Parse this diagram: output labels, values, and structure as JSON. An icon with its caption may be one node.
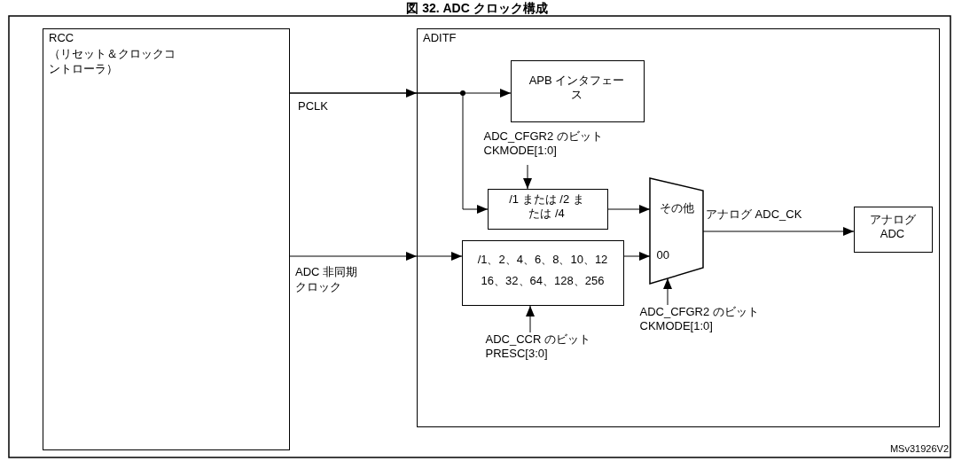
{
  "diagram": {
    "title": "図 32. ADC クロック構成",
    "nodes": [
      {
        "text": [
          "RCC",
          "（リセット＆クロックコントローラ）"
        ]
      },
      {
        "text": [
          "ADITF"
        ]
      },
      {
        "text": [
          "APB インタフェース"
        ],
        "in": 1
      },
      {
        "text": [
          "/1 または /2 または /4"
        ],
        "in": 1
      },
      {
        "text": [
          "/1、2、4、6、8、10、12 16、32、64、128、256"
        ],
        "in": 1
      },
      {
        "text": [
          "その他",
          "00"
        ],
        "in": 1
      },
      {
        "text": [
          "アナログ ADC"
        ],
        "in": 1
      },
      {
        "text": [
          "ADC_CFGR2 のビット CKMODE[1:0]"
        ],
        "in": 1
      },
      {
        "text": [
          "ADC_CCR のビット PRESC[3:0]"
        ],
        "in": 1
      },
      {
        "text": [
          "ADC_CFGR2 のビット CKMODE[1:0]"
        ],
        "in": 1
      }
    ],
    "edges": [
      {
        "from": 0,
        "to": 2,
        "arrow": "to",
        "label": "PCLK"
      },
      {
        "from": 0,
        "to": 3,
        "arrow": "to"
      },
      {
        "from": 0,
        "to": 4,
        "arrow": "to",
        "label": "ADC 非同期クロック"
      },
      {
        "from": 3,
        "to": 5,
        "arrow": "to"
      },
      {
        "from": 4,
        "to": 5,
        "arrow": "to"
      },
      {
        "from": 5,
        "to": 6,
        "arrow": "to",
        "label": "アナログ ADC_CK"
      },
      {
        "from": 7,
        "to": 3,
        "arrow": "to"
      },
      {
        "from": 8,
        "to": 4,
        "arrow": "to"
      },
      {
        "from": 9,
        "to": 5,
        "arrow": "to"
      }
    ],
    "labels": [
      "MSv31926V2"
    ]
  }
}
